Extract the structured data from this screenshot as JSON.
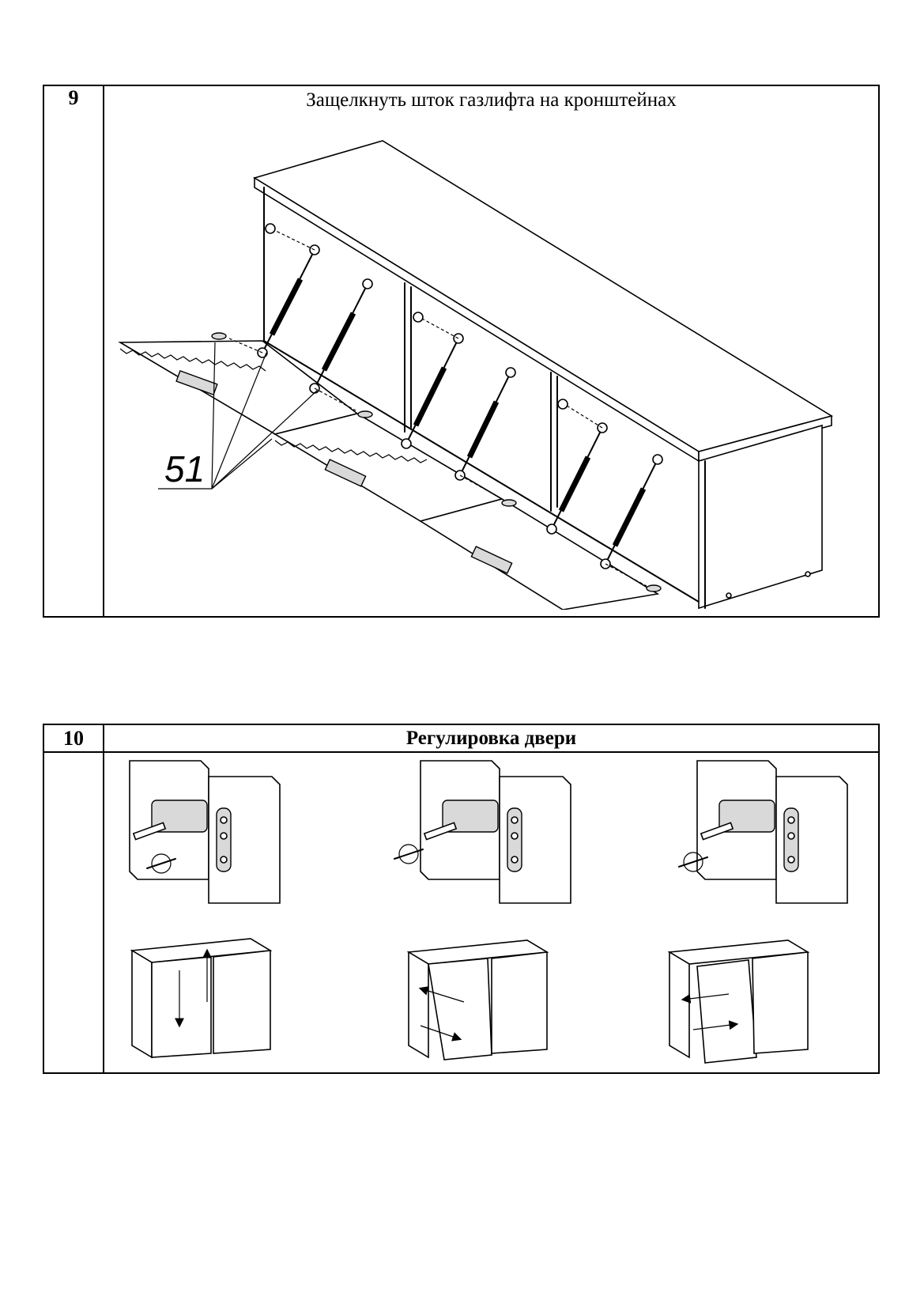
{
  "steps": [
    {
      "number": "9",
      "title": "Защелкнуть шток газлифта на кронштейнах",
      "callout": "51"
    },
    {
      "number": "10",
      "title": "Регулировка двери"
    }
  ]
}
